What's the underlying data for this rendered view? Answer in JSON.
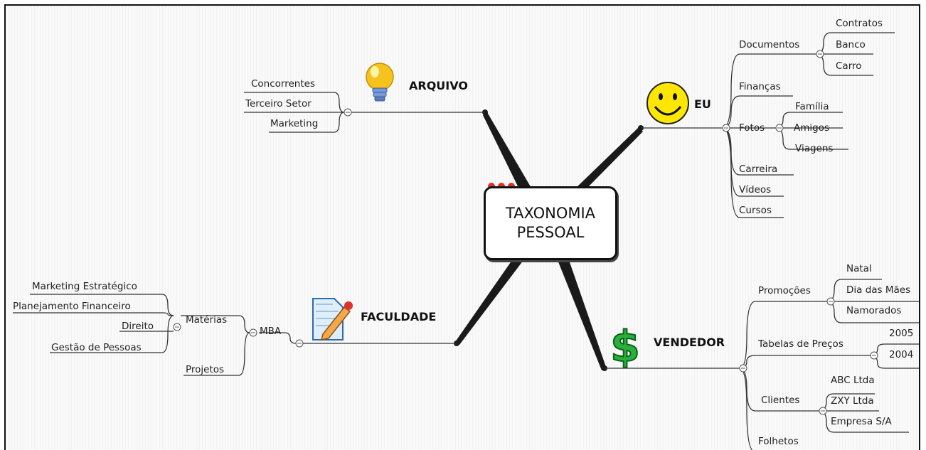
{
  "central": {
    "line1": "TAXONOMIA",
    "line2": "PESSOAL"
  },
  "branches": {
    "arquivo": {
      "label": "ARQUIVO",
      "icon": "lightbulb-icon",
      "items": [
        "Concorrentes",
        "Terceiro Setor",
        "Marketing"
      ]
    },
    "eu": {
      "label": "EU",
      "icon": "smiley-icon",
      "documentos": {
        "label": "Documentos",
        "items": [
          "Contratos",
          "Banco",
          "Carro"
        ]
      },
      "financas": "Finanças",
      "fotos": {
        "label": "Fotos",
        "items": [
          "Família",
          "Amigos",
          "Viagens"
        ]
      },
      "carreira": "Carreira",
      "videos": "Vídeos",
      "cursos": "Cursos"
    },
    "faculdade": {
      "label": "FACULDADE",
      "icon": "document-pencil-icon",
      "mba": "MBA",
      "materias": {
        "label": "Matérias",
        "items": [
          "Marketing Estratégico",
          "Planejamento Financeiro",
          "Direito",
          "Gestão de Pessoas"
        ]
      },
      "projetos": "Projetos"
    },
    "vendedor": {
      "label": "VENDEDOR",
      "icon": "dollar-icon",
      "promocoes": {
        "label": "Promoções",
        "items": [
          "Natal",
          "Dia das Mães",
          "Namorados"
        ]
      },
      "tabelas": {
        "label": "Tabelas de Preços",
        "items": [
          "2005",
          "2004"
        ]
      },
      "clientes": {
        "label": "Clientes",
        "items": [
          "ABC Ltda",
          "ZXY Ltda",
          "Empresa S/A"
        ]
      },
      "folhetos": "Folhetos"
    }
  },
  "colors": {
    "line": "#1a1a1a",
    "dots": "#e0302a",
    "smiley": "#ffe600",
    "dollar": "#27b13a",
    "bulb": "#f6c21c"
  }
}
